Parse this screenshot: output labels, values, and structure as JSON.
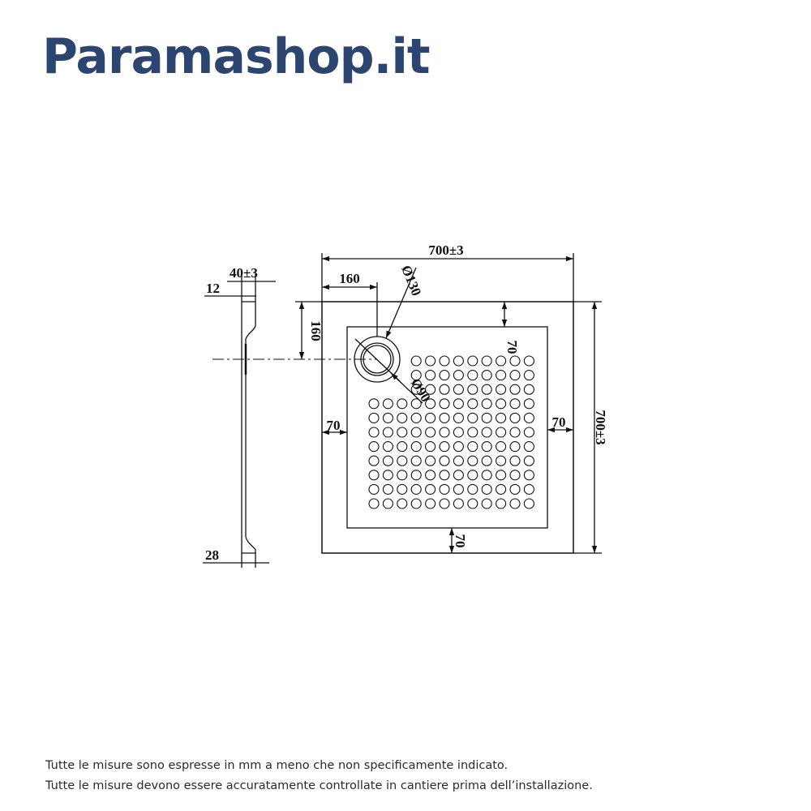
{
  "brand": {
    "name": "Paramashop.it",
    "color": "#2c4470"
  },
  "drawing": {
    "side_view": {
      "thickness": "40±3",
      "top_offset": "12",
      "bottom_offset": "28"
    },
    "top_view": {
      "width": "700±3",
      "height": "700±3",
      "drain_offset_x": "160",
      "drain_offset_y": "160",
      "drain_outer_diameter": "Ø130",
      "drain_inner_diameter": "Ø90",
      "margin_top": "70",
      "margin_left": "70",
      "margin_right": "70",
      "margin_bottom": "70"
    },
    "line_color": "#111111"
  },
  "footnotes": [
    "Tutte le misure sono espresse in mm a meno che non specificamente indicato.",
    "Tutte le misure devono essere accuratamente controllate in cantiere prima dell’installazione."
  ]
}
